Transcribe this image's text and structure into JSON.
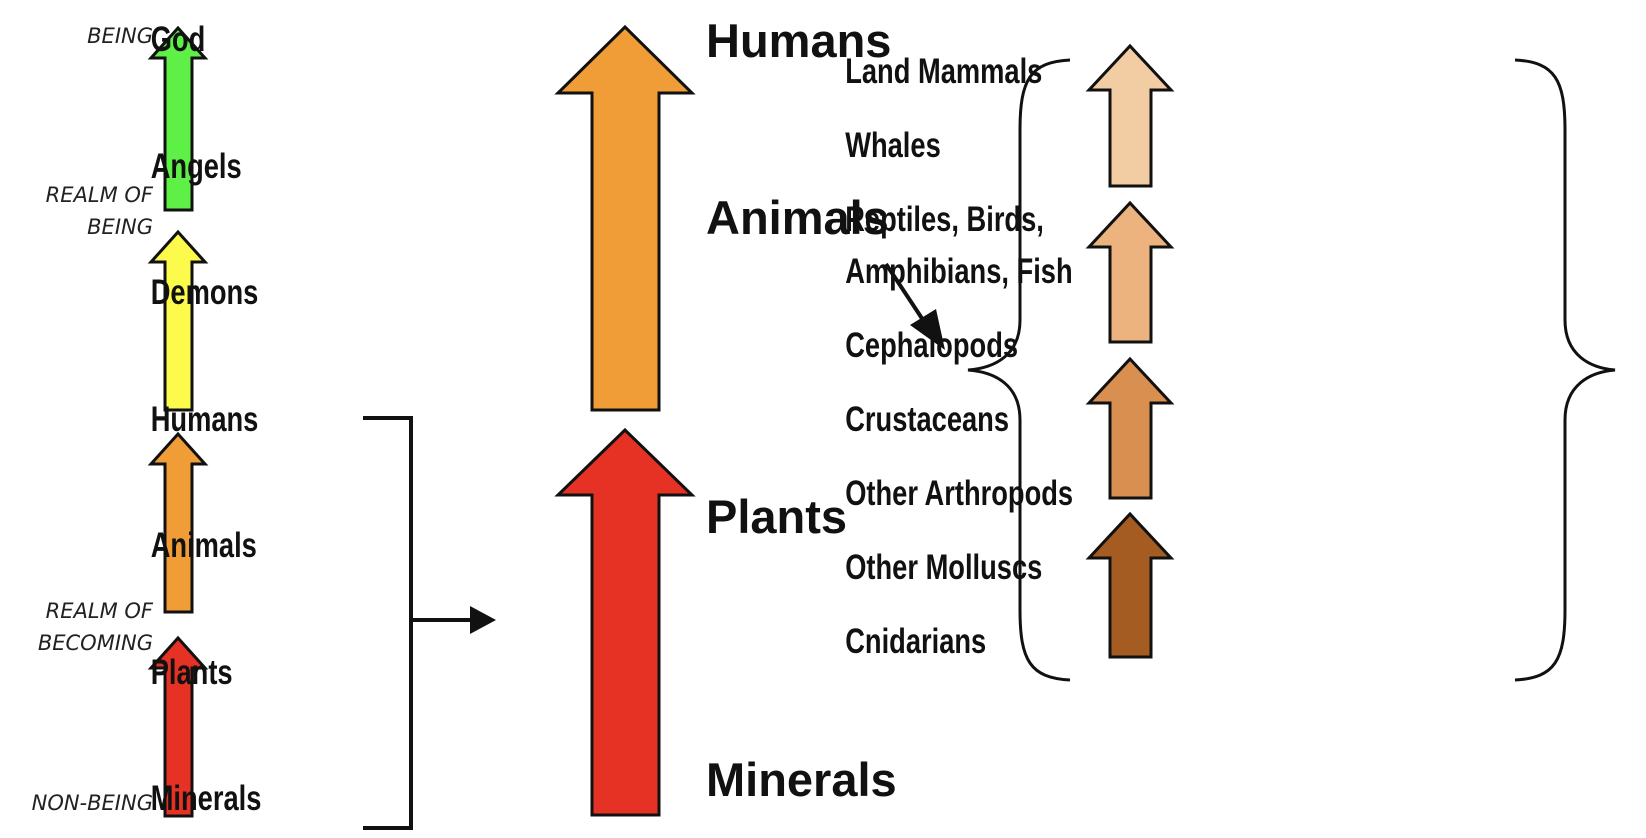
{
  "colors": {
    "green": "#5ef047",
    "yellow": "#fcfa4b",
    "orange": "#f09d38",
    "red": "#e53224",
    "tan1": "#f2cca3",
    "tan2": "#ecb37e",
    "tan3": "#d98f50",
    "brown": "#a45c22"
  },
  "left": {
    "realm_being_top": "BEING",
    "realm_being_1": "REALM OF",
    "realm_being_2": "BEING",
    "realm_becoming_1": "REALM OF",
    "realm_becoming_2": "BECOMING",
    "realm_nonbeing": "NON-BEING",
    "labels": [
      "God",
      "Angels",
      "Demons",
      "Humans",
      "Animals",
      "Plants",
      "Minerals"
    ]
  },
  "middle": {
    "labels": [
      "Humans",
      "Animals",
      "Plants",
      "Minerals"
    ]
  },
  "right": {
    "labels": [
      "Land Mammals",
      "Whales",
      "Reptiles, Birds,",
      "Amphibians, Fish",
      "Cephalopods",
      "Crustaceans",
      "Other Arthropods",
      "Other Molluscs",
      "Cnidarians"
    ]
  }
}
